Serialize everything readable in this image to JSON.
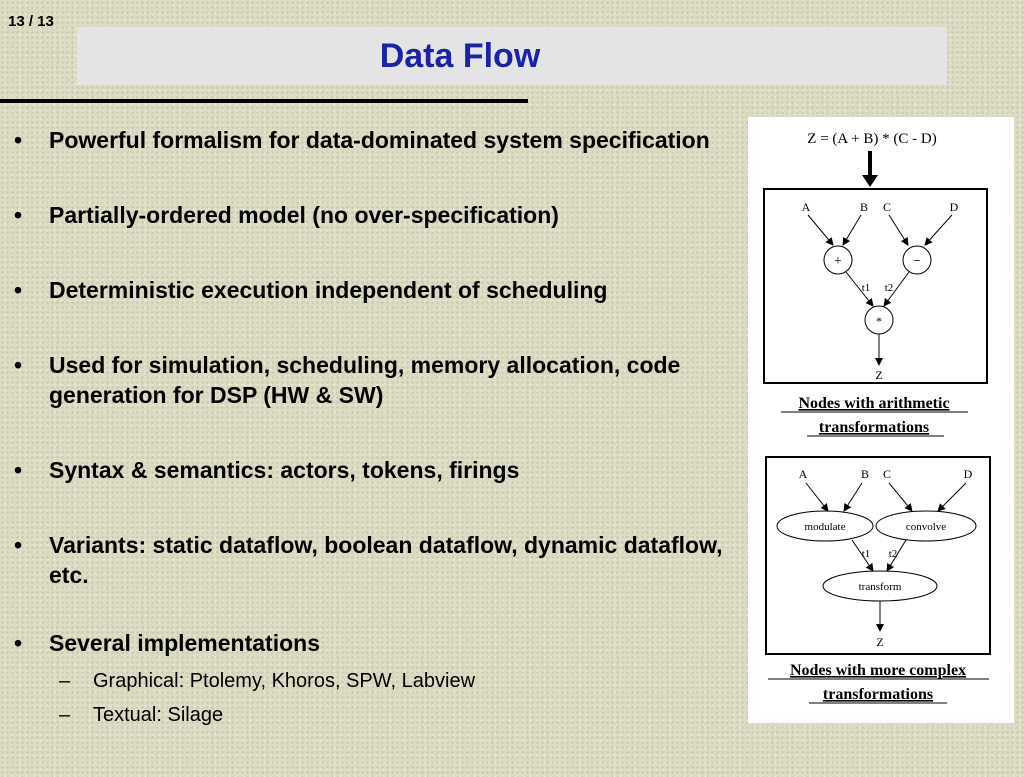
{
  "slide": {
    "number": "13 / 13",
    "title": "Data Flow"
  },
  "bullets": [
    {
      "text": "Powerful formalism for data-dominated system specification"
    },
    {
      "text": "Partially-ordered model (no over-specification)"
    },
    {
      "text": "Deterministic execution independent of scheduling"
    },
    {
      "text": "Used for simulation, scheduling, memory allocation, code generation for DSP (HW & SW)"
    },
    {
      "text": "Syntax & semantics: actors, tokens, firings"
    },
    {
      "text": "Variants: static dataflow, boolean dataflow, dynamic dataflow, etc."
    },
    {
      "text": "Several implementations",
      "sub": [
        "Graphical: Ptolemy, Khoros, SPW, Labview",
        "Textual: Silage"
      ]
    }
  ],
  "figure": {
    "equation": "Z = (A + B) * (C - D)",
    "top": {
      "inputs": [
        "A",
        "B",
        "C",
        "D"
      ],
      "ops": [
        "+",
        "−",
        "*"
      ],
      "edge_labels": [
        "t1",
        "t2"
      ],
      "output": "Z",
      "caption_line1": "Nodes with arithmetic",
      "caption_line2": "transformations"
    },
    "bottom": {
      "inputs": [
        "A",
        "B",
        "C",
        "D"
      ],
      "ops": [
        "modulate",
        "convolve",
        "transform"
      ],
      "edge_labels": [
        "t1",
        "t2"
      ],
      "output": "Z",
      "caption_line1": "Nodes with more complex",
      "caption_line2": "transformations"
    }
  }
}
